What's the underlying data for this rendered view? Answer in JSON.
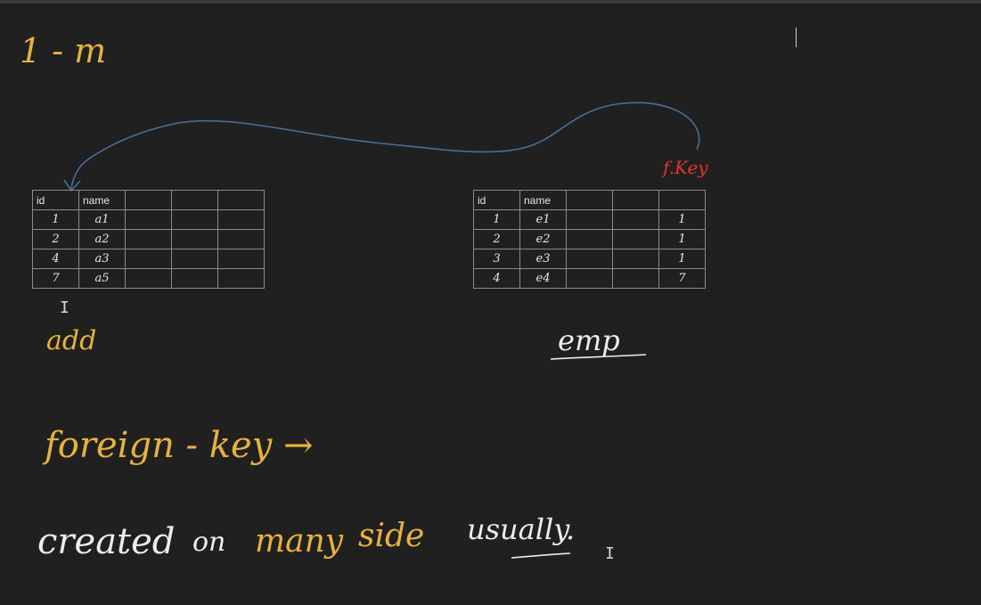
{
  "title": "1 - m",
  "arrow_label": "f.Key",
  "tables": {
    "add": {
      "caption": "add",
      "headers": [
        "id",
        "name",
        "",
        "",
        ""
      ],
      "rows": [
        [
          "1",
          "a1",
          "",
          "",
          ""
        ],
        [
          "2",
          "a2",
          "",
          "",
          ""
        ],
        [
          "4",
          "a3",
          "",
          "",
          ""
        ],
        [
          "7",
          "a5",
          "",
          "",
          ""
        ]
      ]
    },
    "emp": {
      "caption": "emp",
      "headers": [
        "id",
        "name",
        "",
        "",
        ""
      ],
      "rows": [
        [
          "1",
          "e1",
          "",
          "",
          "1"
        ],
        [
          "2",
          "e2",
          "",
          "",
          "1"
        ],
        [
          "3",
          "e3",
          "",
          "",
          "1"
        ],
        [
          "4",
          "e4",
          "",
          "",
          "7"
        ]
      ]
    }
  },
  "notes": {
    "foreign_key": "foreign - key →",
    "line2_word1": "created",
    "line2_word2": "on",
    "line2_word3": "many",
    "line2_word4": "side",
    "line2_word5": "usually."
  },
  "colors": {
    "background": "#202020",
    "ink_yellow": "#e8b23a",
    "ink_white": "#ededed",
    "ink_red": "#e03434",
    "ink_blue": "#4a6f95"
  }
}
